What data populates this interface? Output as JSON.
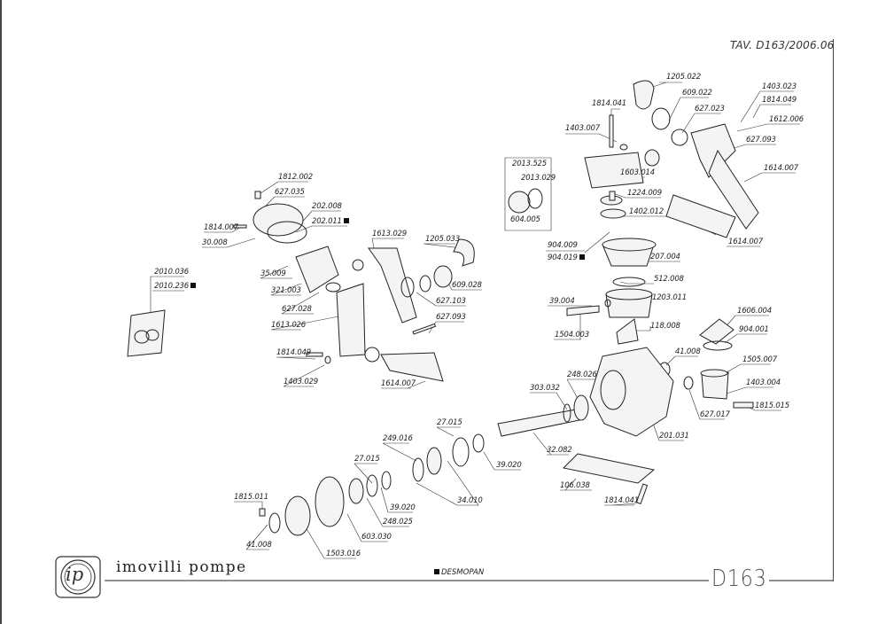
{
  "sheet": {
    "title": "TAV. D163/2006.06",
    "brand": "imovilli pompe",
    "logo_text": "ip",
    "model": "D163",
    "legend": "DESMOPAN"
  },
  "labels": [
    {
      "id": "l1",
      "text": "1205.022"
    },
    {
      "id": "l2",
      "text": "1814.041"
    },
    {
      "id": "l3",
      "text": "609.022"
    },
    {
      "id": "l4",
      "text": "1403.023"
    },
    {
      "id": "l5",
      "text": "627.023"
    },
    {
      "id": "l6",
      "text": "1814.049"
    },
    {
      "id": "l7",
      "text": "1403.007"
    },
    {
      "id": "l8",
      "text": "1612.006"
    },
    {
      "id": "l9",
      "text": "627.093"
    },
    {
      "id": "l10",
      "text": "2013.525"
    },
    {
      "id": "l11",
      "text": "1603.014"
    },
    {
      "id": "l12",
      "text": "1614.007"
    },
    {
      "id": "l13",
      "text": "2013.029"
    },
    {
      "id": "l14",
      "text": "1224.009"
    },
    {
      "id": "l15",
      "text": "1402.012"
    },
    {
      "id": "l16",
      "text": "604.005"
    },
    {
      "id": "l17",
      "text": "1614.007"
    },
    {
      "id": "l18",
      "text": "904.009"
    },
    {
      "id": "l19",
      "text": "904.019",
      "mark": true
    },
    {
      "id": "l20",
      "text": "207.004"
    },
    {
      "id": "l21",
      "text": "512.008"
    },
    {
      "id": "l22",
      "text": "1203.011"
    },
    {
      "id": "l23",
      "text": "39.004"
    },
    {
      "id": "l24",
      "text": "1606.004"
    },
    {
      "id": "l25",
      "text": "1504.003"
    },
    {
      "id": "l26",
      "text": "118.008"
    },
    {
      "id": "l27",
      "text": "904.001"
    },
    {
      "id": "l28",
      "text": "41.008"
    },
    {
      "id": "l29",
      "text": "1505.007"
    },
    {
      "id": "l30",
      "text": "1403.004"
    },
    {
      "id": "l31",
      "text": "1815.015"
    },
    {
      "id": "l32",
      "text": "627.017"
    },
    {
      "id": "l33",
      "text": "248.026"
    },
    {
      "id": "l34",
      "text": "303.032"
    },
    {
      "id": "l35",
      "text": "27.015"
    },
    {
      "id": "l36",
      "text": "201.031"
    },
    {
      "id": "l37",
      "text": "249.016"
    },
    {
      "id": "l38",
      "text": "32.082"
    },
    {
      "id": "l39",
      "text": "27.015"
    },
    {
      "id": "l40",
      "text": "39.020"
    },
    {
      "id": "l41",
      "text": "106.038"
    },
    {
      "id": "l42",
      "text": "34.010"
    },
    {
      "id": "l43",
      "text": "39.020"
    },
    {
      "id": "l44",
      "text": "1814.041"
    },
    {
      "id": "l45",
      "text": "248.025"
    },
    {
      "id": "l46",
      "text": "1815.011"
    },
    {
      "id": "l47",
      "text": "603.030"
    },
    {
      "id": "l48",
      "text": "41.008"
    },
    {
      "id": "l49",
      "text": "1503.016"
    },
    {
      "id": "l50",
      "text": "1812.002"
    },
    {
      "id": "l51",
      "text": "627.035"
    },
    {
      "id": "l52",
      "text": "202.008"
    },
    {
      "id": "l53",
      "text": "202.011",
      "mark": true
    },
    {
      "id": "l54",
      "text": "1814.007"
    },
    {
      "id": "l55",
      "text": "30.008"
    },
    {
      "id": "l56",
      "text": "1613.029"
    },
    {
      "id": "l57",
      "text": "1205.033"
    },
    {
      "id": "l58",
      "text": "35.009"
    },
    {
      "id": "l59",
      "text": "321.003"
    },
    {
      "id": "l60",
      "text": "609.028"
    },
    {
      "id": "l61",
      "text": "627.028"
    },
    {
      "id": "l62",
      "text": "627.103"
    },
    {
      "id": "l63",
      "text": "627.093"
    },
    {
      "id": "l64",
      "text": "1613.026"
    },
    {
      "id": "l65",
      "text": "2010.036"
    },
    {
      "id": "l66",
      "text": "2010.236",
      "mark": true
    },
    {
      "id": "l67",
      "text": "1814.049"
    },
    {
      "id": "l68",
      "text": "1403.029"
    },
    {
      "id": "l69",
      "text": "1614.007"
    }
  ]
}
